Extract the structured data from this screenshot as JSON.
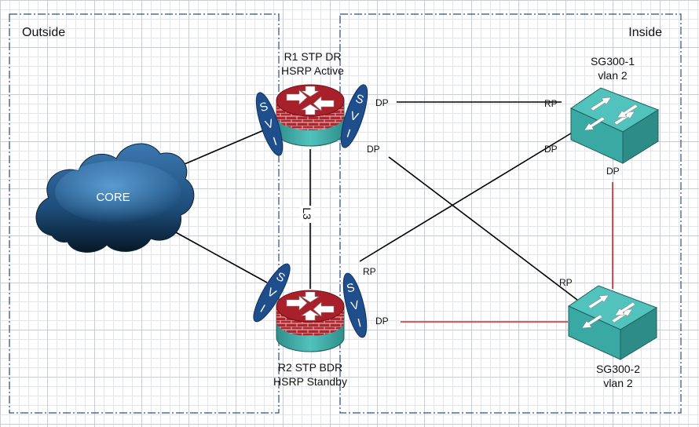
{
  "zones": {
    "outside_label": "Outside",
    "inside_label": "Inside"
  },
  "nodes": {
    "core_label": "CORE",
    "r1_line1": "R1 STP DR",
    "r1_line2": "HSRP Active",
    "r2_line1": "R2 STP BDR",
    "r2_line2": "HSRP Standby",
    "sw1_line1": "SG300-1",
    "sw1_line2": "vlan 2",
    "sw2_line1": "SG300-2",
    "sw2_line2": "vlan 2"
  },
  "svi": {
    "letters": [
      "S",
      "V",
      "I"
    ]
  },
  "links": {
    "l3_label": "L3",
    "r1_sw1_r1_port": "DP",
    "r1_sw1_sw1_port": "RP",
    "r1_sw2_r1_port": "DP",
    "r1_sw2_sw2_port": "RP",
    "r2_sw1_r2_port": "RP",
    "r2_sw1_sw1_port": "DP",
    "r2_sw2_r2_port": "DP",
    "sw1_sw2_sw1_port": "DP"
  },
  "colors": {
    "link": "#000000",
    "blocked_link": "#e02020",
    "zone_border": "#2f4f7f",
    "router_top": "#a8202a",
    "router_body": "#3aa9a4",
    "switch_body": "#45b3ad",
    "svi_fill": "#1f4e8c",
    "cloud": "#1b3f63"
  }
}
